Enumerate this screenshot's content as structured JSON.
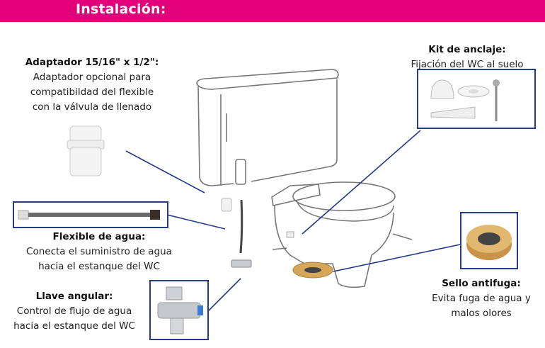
{
  "header": {
    "title": "Instalación:"
  },
  "colors": {
    "accent": "#e2007a",
    "callout": "#263a8c",
    "seal": "#d6a75a"
  },
  "parts": [
    {
      "id": "adaptador",
      "title": "Adaptador 15/16\" x 1/2\":",
      "lines": [
        "Adaptador opcional para",
        "compatibildad del flexible",
        "con la válvula de llenado"
      ]
    },
    {
      "id": "flexible",
      "title": "Flexible de agua:",
      "lines": [
        "Conecta el suministro de agua",
        "hacia el estanque del WC"
      ]
    },
    {
      "id": "llave",
      "title": "Llave angular:",
      "lines": [
        "Control de flujo de agua",
        "hacia el estanque del WC"
      ]
    },
    {
      "id": "kit",
      "title": "Kit de anclaje:",
      "lines": [
        "Fijación del WC al suelo"
      ]
    },
    {
      "id": "sello",
      "title": "Sello antifuga:",
      "lines": [
        "Evita fuga de agua y",
        "malos olores"
      ]
    }
  ]
}
